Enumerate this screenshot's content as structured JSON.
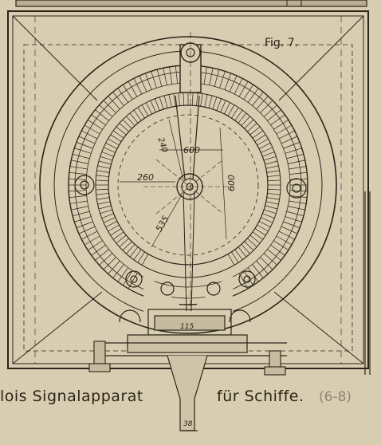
{
  "figure": {
    "label": "Fig. 7.",
    "dimensions": {
      "d240": "240",
      "d600_top": "600",
      "d260": "260",
      "d600_right": "600",
      "d535": "535",
      "d115": "115",
      "d38": "38"
    }
  },
  "caption": {
    "left": "lois  Signalapparat",
    "right": "für Schiffe.",
    "ref": "(6-8)"
  },
  "colors": {
    "paper": "#d9cdb1",
    "ink": "#2b2418"
  }
}
